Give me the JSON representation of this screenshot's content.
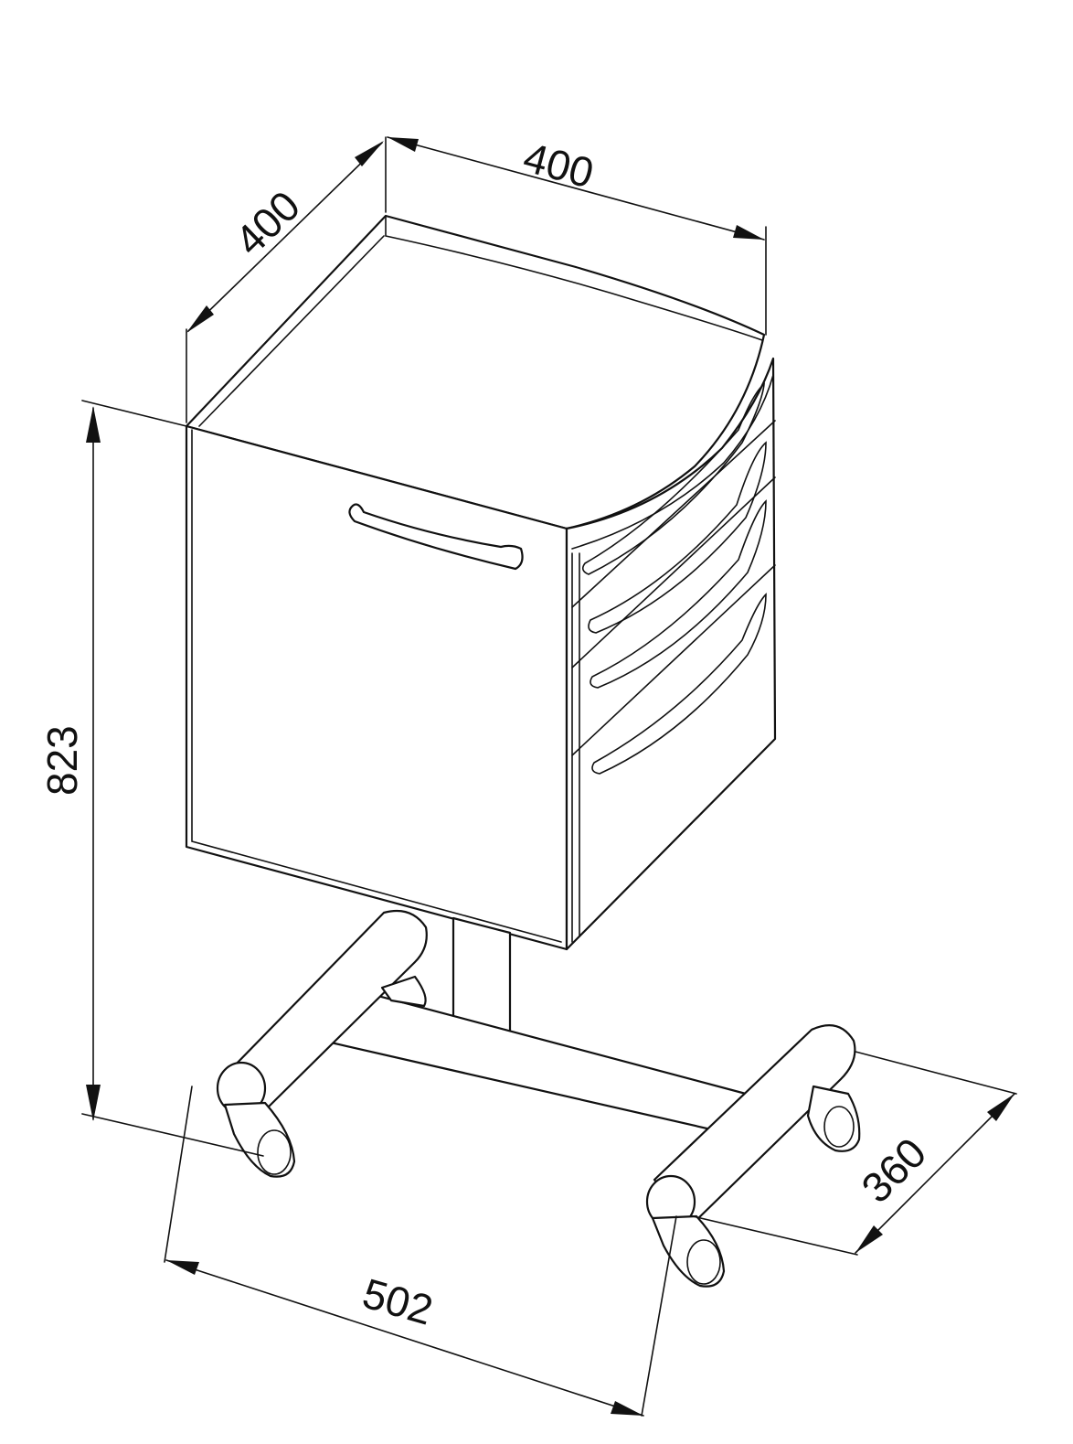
{
  "dimensions": {
    "depth_top": "400",
    "width_top": "400",
    "height": "823",
    "base_width": "502",
    "base_depth": "360"
  }
}
